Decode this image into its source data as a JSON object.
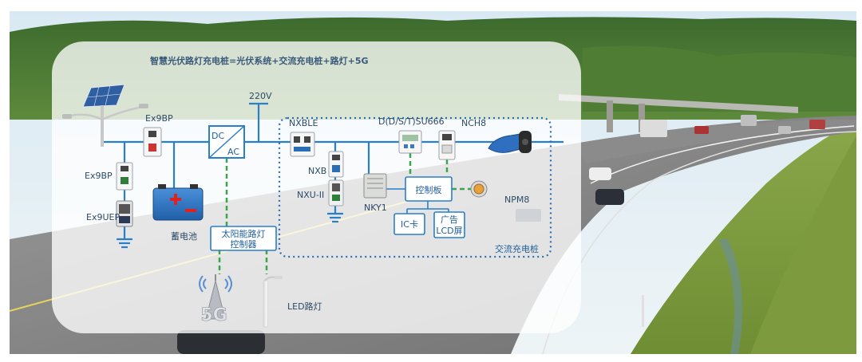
{
  "title": "智慧光伏路灯充电桩=光伏系统+交流充电桩+路灯+5G",
  "grid_voltage": "220V",
  "dcac": {
    "top": "DC",
    "bottom": "AC"
  },
  "components": {
    "ex9bp_top": "Ex9BP",
    "ex9bp_left": "Ex9BP",
    "ex9uep": "Ex9UEP",
    "battery": "蓄电池",
    "nxble": "NXBLE",
    "nxb": "NXB",
    "nxu": "NXU-II",
    "nky1": "NKY1",
    "meter": "D(D/S/T)SU666",
    "nch8": "NCH8",
    "npm8": "NPM8"
  },
  "boxes": {
    "solar_controller_line1": "太阳能路灯",
    "solar_controller_line2": "控制器",
    "control_board": "控制板",
    "ic_card": "IC卡",
    "ad_line1": "广告",
    "ad_line2": "LCD屏",
    "charging_pile": "交流充电桩"
  },
  "loads": {
    "tower_5g": "5G",
    "led_light": "LED路灯"
  },
  "colors": {
    "bus_line": "#2a7fc9",
    "green_dash": "#3aa64a",
    "dotted_box": "#2a6fb5",
    "box_border": "#2a7fc9"
  }
}
